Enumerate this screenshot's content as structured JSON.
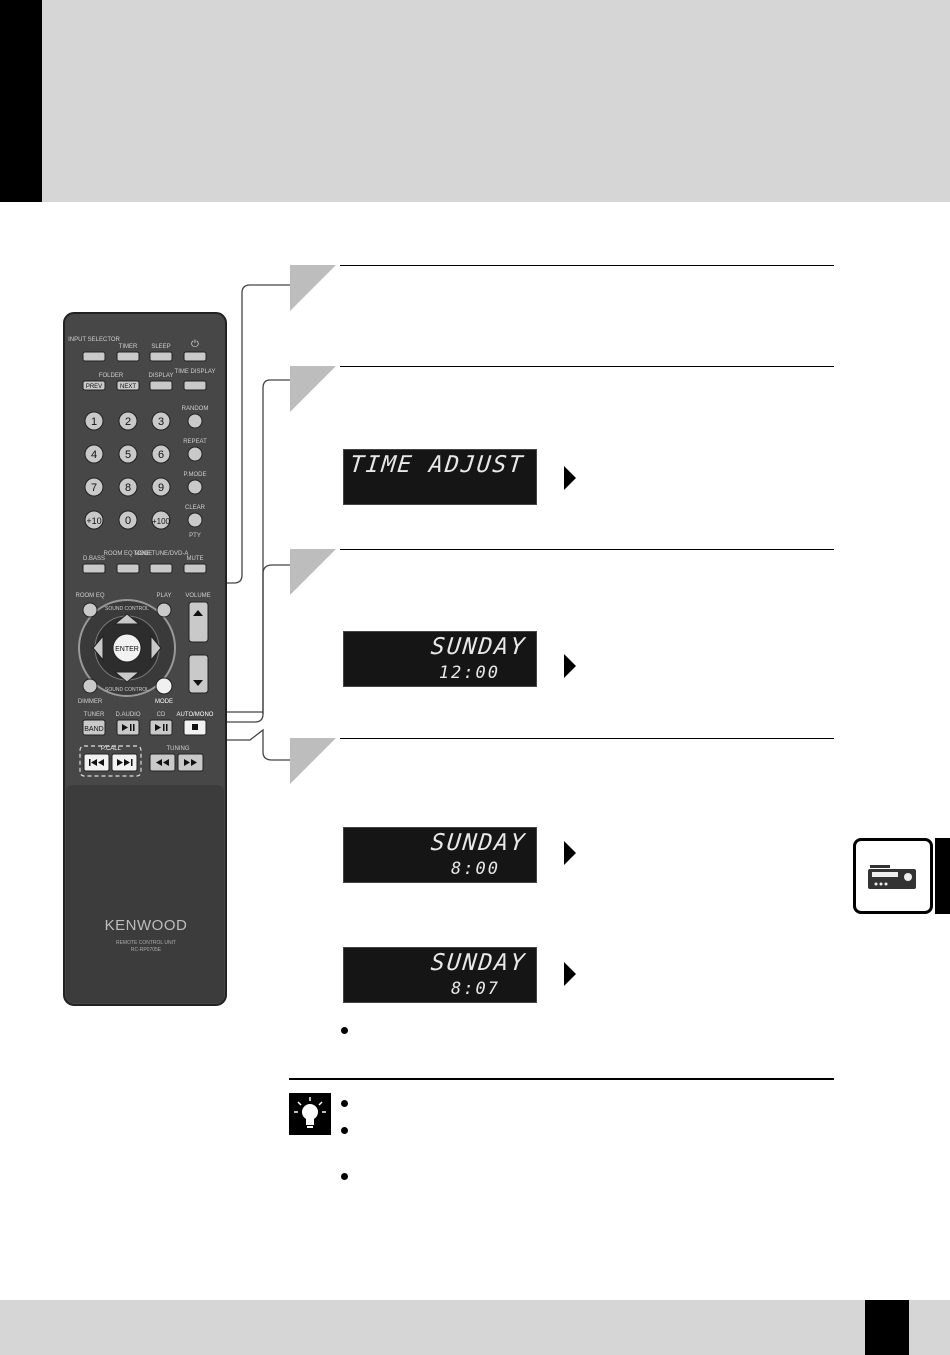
{
  "remote": {
    "brand": "KENWOOD",
    "unit_label": "REMOTE CONTROL UNIT",
    "model": "RC-RP0705E",
    "buttons": {
      "input_selector": "INPUT SELECTOR",
      "timer": "TIMER",
      "sleep": "SLEEP",
      "power_symbol": "⏻",
      "folder": "FOLDER",
      "prev": "PREV",
      "next": "NEXT",
      "display": "DISPLAY",
      "time_display": "TIME DISPLAY",
      "random": "RANDOM",
      "repeat": "REPEAT",
      "pmode": "P.MODE",
      "clear": "CLEAR",
      "pty": "PTY",
      "num1": "1",
      "num2": "2",
      "num3": "3",
      "num4": "4",
      "num5": "5",
      "num6": "6",
      "num7": "7",
      "num8": "8",
      "num9": "9",
      "plus10": "+10",
      "num0": "0",
      "plus100": "+100",
      "dbass": "D.BASS",
      "room_eq_mode": "ROOM EQ MODE",
      "tone": "TONE TUNE/DVD-A",
      "mute": "MUTE",
      "room_eq": "ROOM EQ",
      "play": "PLAY",
      "volume": "VOLUME",
      "sound_control": "SOUND CONTROL",
      "enter": "ENTER",
      "dimmer": "DIMMER",
      "mode": "MODE",
      "tuner": "TUNER",
      "band": "BAND",
      "daudio": "D.AUDIO",
      "cd": "CD",
      "auto_mono": "AUTO/MONO",
      "pcall": "P.CALL",
      "tuning": "TUNING"
    }
  },
  "displays": [
    {
      "line1": "TIME ADJUST",
      "line2": ""
    },
    {
      "line1": "SUNDAY",
      "line2": "12:00"
    },
    {
      "line1": "SUNDAY",
      "line2": "8:00"
    },
    {
      "line1": "SUNDAY",
      "line2": "8:07"
    }
  ],
  "colors": {
    "header": "#d6d6d6",
    "remote_body": "#4a4a4a",
    "lcd": "#151515"
  }
}
